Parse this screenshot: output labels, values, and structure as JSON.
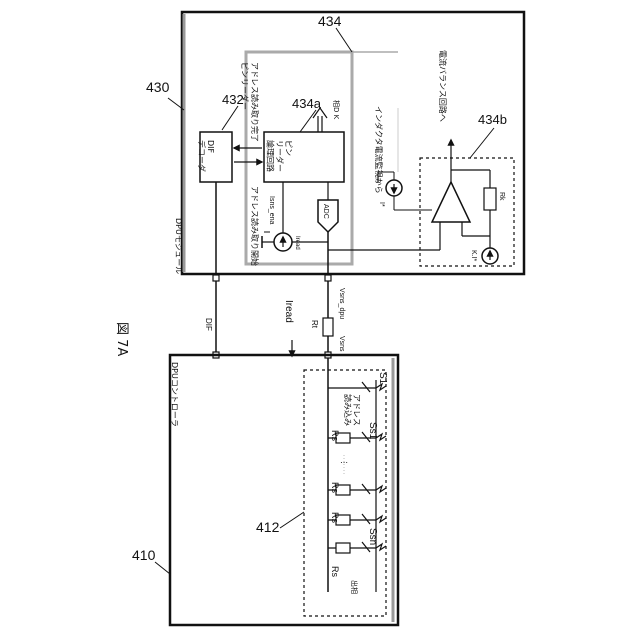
{
  "figure": {
    "label": "図 7A"
  },
  "refs": {
    "r430": "430",
    "r432": "432",
    "r434": "434",
    "r434a": "434a",
    "r434b": "434b",
    "r410": "410",
    "r412": "412"
  },
  "dpu_module": {
    "title": "DPUモジュール",
    "pin_reader_label": "ピンリーダー",
    "read_done": "アドレス読み取り完了",
    "read_start": "アドレス読み取り開始",
    "phase_k": "相D K",
    "inductor_from": "インダクタ電流監視から",
    "balance_to": "電流バランス回路へ",
    "dif_decoder": "DIF\nデコーダ",
    "pin_reader_logic": "ピン\nリーダー\n論理回路",
    "adc": "ADC",
    "isns_ena": "Isns_ena",
    "iread_src": "Iread",
    "i_star": "I*",
    "k_i_star": "K.I*",
    "rk": "Rk"
  },
  "link": {
    "dif": "DIF",
    "iread": "Iread",
    "rt": "Rt",
    "vsns_dpu": "Vsns_dpu",
    "vsns": "Vsns"
  },
  "dpu_controller": {
    "title": "DPUコントローラ",
    "rs": "Rs",
    "ss1": "Ss1",
    "ssn": "Ssn",
    "addr_write": "アドレス\n読み込み",
    "s1": "S1",
    "out_phase": "出相"
  }
}
